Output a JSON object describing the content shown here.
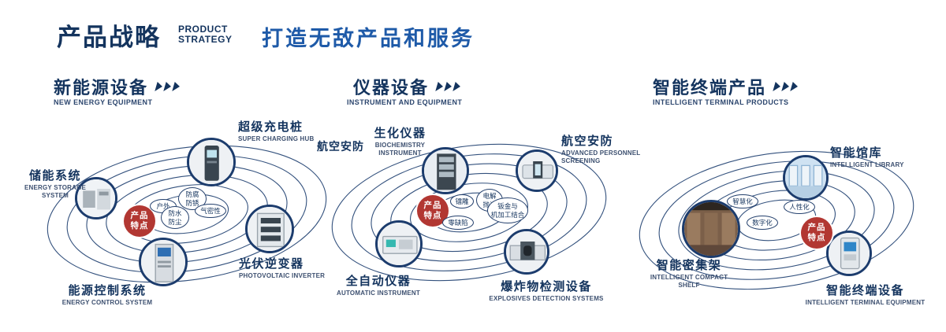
{
  "header": {
    "title": "产品战略",
    "subtitle_line1": "PRODUCT",
    "subtitle_line2": "STRATEGY",
    "tagline": "打造无敌产品和服务"
  },
  "center_badge": {
    "line1": "产品",
    "line2": "特点"
  },
  "sections": {
    "energy": {
      "title": "新能源设备",
      "subtitle": "NEW ENERGY EQUIPMENT",
      "nodes": {
        "storage": {
          "zh": "储能系统",
          "en": "ENERGY STORAGE SYSTEM"
        },
        "charging": {
          "zh": "超级充电桩",
          "en": "SUPER CHARGING HUB"
        },
        "inverter": {
          "zh": "光伏逆变器",
          "en": "PHOTOVOLTAIC INVERTER"
        },
        "control": {
          "zh": "能源控制系统",
          "en": "ENERGY CONTROL SYSTEM"
        }
      },
      "features": {
        "f1": "户外",
        "f2a": "防腐",
        "f2b": "防锈",
        "f3": "气密性",
        "f4a": "防水",
        "f4b": "防尘"
      }
    },
    "instrument": {
      "title": "仪器设备",
      "subtitle": "INSTRUMENT AND EQUIPMENT",
      "extra_label": "航空安防",
      "nodes": {
        "biochem": {
          "zh": "生化仪器",
          "en": "BIOCHEMISTRY INSTRUMENT"
        },
        "screening": {
          "zh": "航空安防",
          "en": "ADVANCED PERSONNEL SCREENING"
        },
        "automatic": {
          "zh": "全自动仪器",
          "en": "AUTOMATIC INSTRUMENT"
        },
        "explosives": {
          "zh": "爆炸物检测设备",
          "en": "EXPLOSIVES DETECTION SYSTEMS"
        }
      },
      "features": {
        "f1": "镭雕",
        "f2a": "电解",
        "f2b": "抛光",
        "f3": "零缺陷",
        "f4a": "钣金与",
        "f4b": "机加工结合"
      }
    },
    "terminal": {
      "title": "智能终端产品",
      "subtitle": "INTELLIGENT TERMINAL PRODUCTS",
      "nodes": {
        "library": {
          "zh": "智能馆库",
          "en": "INTELLIGENT LIBRARY"
        },
        "shelf": {
          "zh": "智能密集架",
          "en": "INTELLIGENT COMPACT SHELF"
        },
        "terminal": {
          "zh": "智能终端设备",
          "en": "INTELLIGENT TERMINAL EQUIPMENT"
        }
      },
      "features": {
        "f1": "智慧化",
        "f2": "人性化",
        "f3": "数字化"
      }
    }
  },
  "colors": {
    "navy": "#14345e",
    "blue": "#1e5aa8",
    "badge_red": "#b23732",
    "orbit": "#1e3f70"
  }
}
